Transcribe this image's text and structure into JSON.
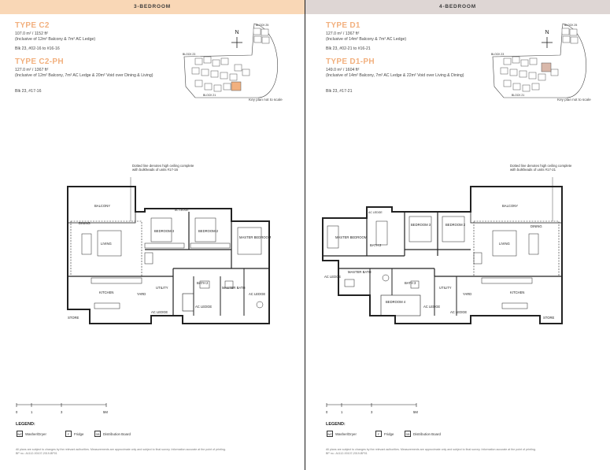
{
  "left": {
    "band": "3-BEDROOM",
    "type_c2": {
      "title": "TYPE C2",
      "area": "107.0 m² / 1152 ft²",
      "inclusive": "(Inclusive of 12m² Balcony & 7m² AC Ledge)",
      "blk": "Blk 23, #02-16 to #16-16"
    },
    "type_c2ph": {
      "title": "TYPE C2-PH",
      "area": "127.0 m² / 1367 ft²",
      "inclusive": "(Inclusive of 12m² Balcony, 7m² AC Ledge & 20m² Void over Dining & Living)",
      "blk": "Blk 23, #17-16"
    },
    "keyplan": {
      "north": "N",
      "block_top": "BLOCK 25",
      "block_left": "BLOCK 23",
      "block_bottom": "BLOCK 21",
      "note": "Key plan not to scale"
    },
    "plan_note": "Dotted line denotes high ceiling complete with bulkheads of units #17-16",
    "rooms": {
      "balcony": "BALCONY",
      "ac_ledge_top": "AC LEDGE",
      "bedroom3": "BEDROOM 3",
      "bedroom2": "BEDROOM 2",
      "master": "MASTER BEDROOM",
      "dining": "DINING",
      "living": "LIVING",
      "kitchen": "KITCHEN",
      "yard": "YARD",
      "utility": "UTILITY",
      "bath2": "BATH 2",
      "master_bath": "MASTER BATH",
      "ac_ledge_right": "AC LEDGE",
      "ac_ledge_bottom": "AC LEDGE",
      "ac_ledge_mid": "AC LEDGE",
      "store": "STORE"
    }
  },
  "right": {
    "band": "4-BEDROOM",
    "type_d1": {
      "title": "TYPE D1",
      "area": "127.0 m² / 1367 ft²",
      "inclusive": "(Inclusive of 14m² Balcony & 7m² AC Ledge)",
      "blk": "Blk 23, #02-21 to #16-21"
    },
    "type_d1ph": {
      "title": "TYPE D1-PH",
      "area": "149.0 m² / 1604 ft²",
      "inclusive": "(Inclusive of 14m² Balcony, 7m² AC Ledge & 22m² Void over Living & Dining)",
      "blk": "Blk 23, #17-21"
    },
    "keyplan": {
      "north": "N",
      "block_top": "BLOCK 25",
      "block_left": "BLOCK 23",
      "block_bottom": "BLOCK 21",
      "note": "Key plan not to scale"
    },
    "plan_note": "Dotted line denotes high ceiling complete with bulkheads of units #17-21",
    "rooms": {
      "ac_ledge_top": "AC LEDGE",
      "bedroom3": "BEDROOM 3",
      "bedroom2": "BEDROOM 2",
      "balcony": "BALCONY",
      "master": "MASTER BEDROOM",
      "bath2": "BATH 2",
      "living": "LIVING",
      "dining": "DINING",
      "ac_ledge_left": "AC LEDGE",
      "master_bath": "MASTER BATH",
      "bath3": "BATH 3",
      "bedroom4": "BEDROOM 4",
      "utility": "UTILITY",
      "yard": "YARD",
      "kitchen": "KITCHEN",
      "ac_ledge_mid": "AC LEDGE",
      "ac_ledge_bottom": "AC LEDGE",
      "store": "STORE"
    }
  },
  "scale": {
    "labels": [
      "0",
      "1",
      "3",
      "5M"
    ]
  },
  "legend": {
    "title": "LEGEND:",
    "washer_box": "W/D",
    "washer": "Washer/Dryer",
    "fridge_box": "F",
    "fridge": "Fridge",
    "db_box": "DB",
    "db": "Distribution Board"
  },
  "disclaimer": "All plans are subject to changes by the relevant authorities. Measurements are approximate only and subject to final survey. Information accurate at the point of printing.",
  "disclaimer_ref": "BP no.: A1112-00107-2019-BP01"
}
